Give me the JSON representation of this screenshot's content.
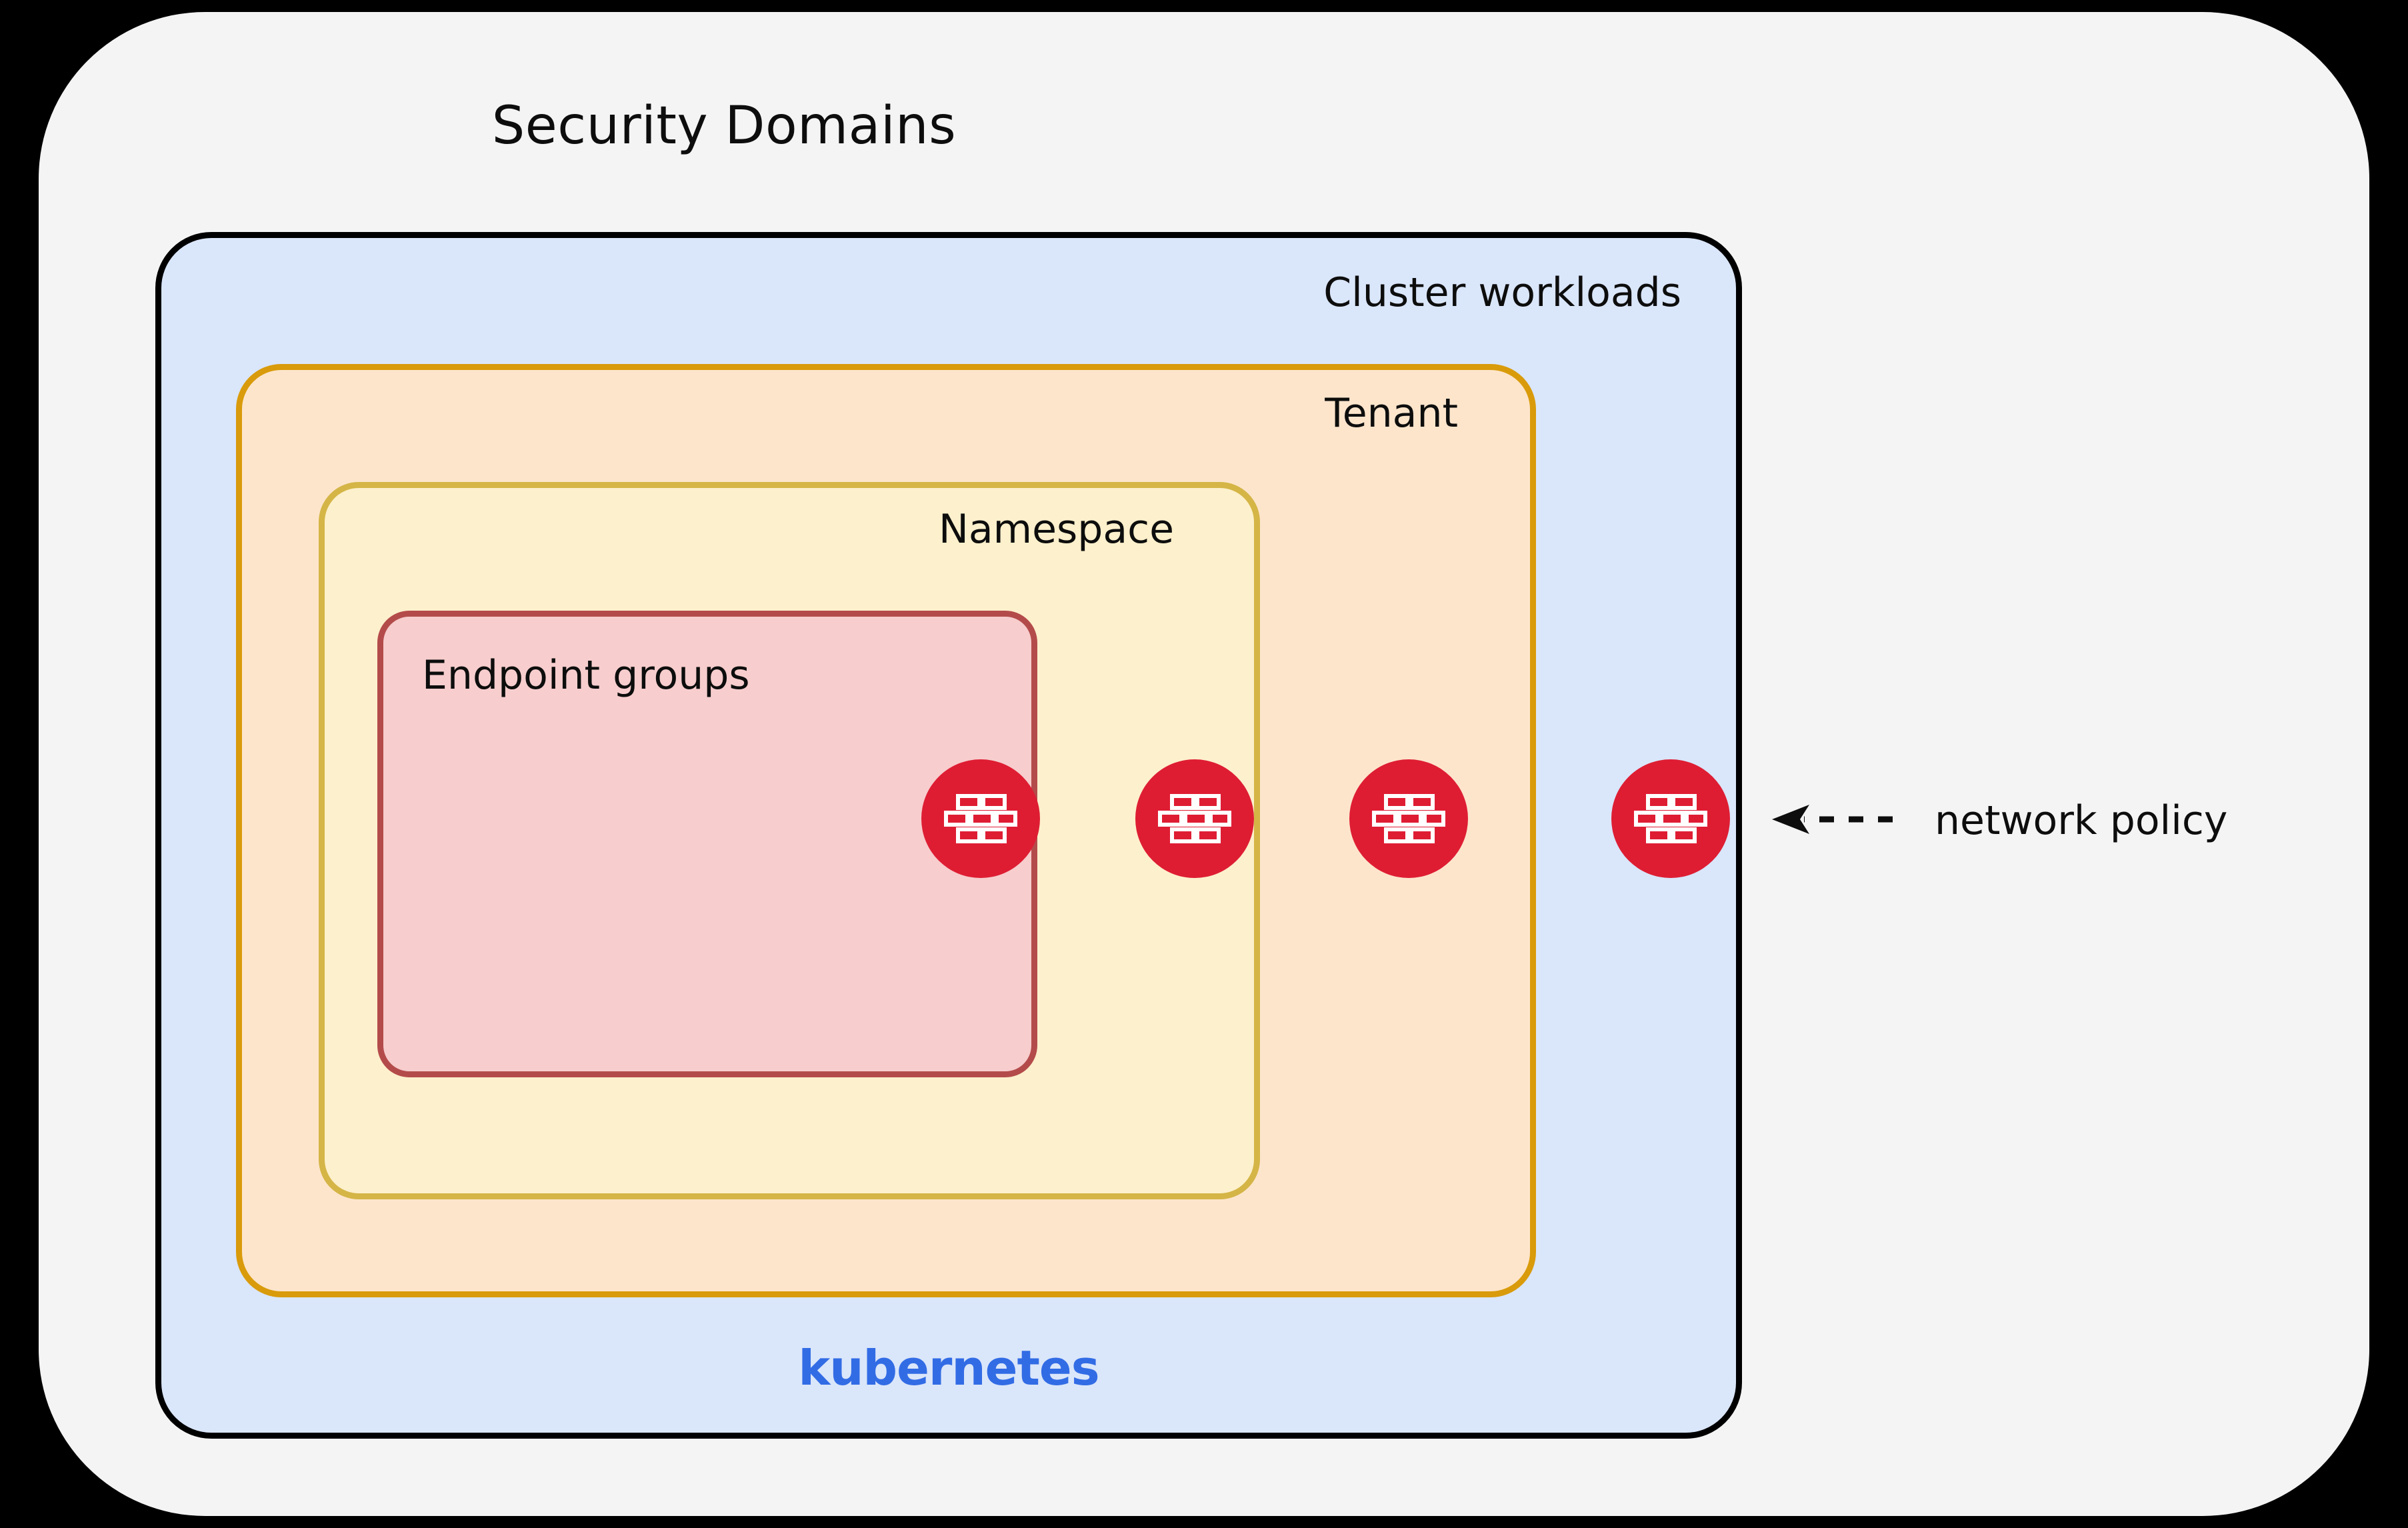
{
  "diagram": {
    "title": "Security Domains",
    "background_color": "#000000",
    "panel_color": "#f4f4f4"
  },
  "domains": [
    {
      "key": "cluster",
      "label": "Cluster workloads",
      "fill": "#dae6fa",
      "stroke": "#000000",
      "brand_word": "kubernetes",
      "brand_color": "#326ce5"
    },
    {
      "key": "tenant",
      "label": "Tenant",
      "fill": "#fde5cc",
      "stroke": "#d99b0b"
    },
    {
      "key": "namespace",
      "label": "Namespace",
      "fill": "#fdf0cc",
      "stroke": "#d4b546"
    },
    {
      "key": "endpoints",
      "label": "Endpoint groups",
      "fill": "#f7cdcd",
      "stroke": "#b44b4b"
    }
  ],
  "firewall_badges": {
    "icon": "firewall-brick-wall-icon",
    "count": 4,
    "color": "#de1d33",
    "brick_color": "#ffffff"
  },
  "annotation": {
    "label": "network policy",
    "arrow": "dashed-arrow-left-icon",
    "color": "#0d0d0d"
  }
}
